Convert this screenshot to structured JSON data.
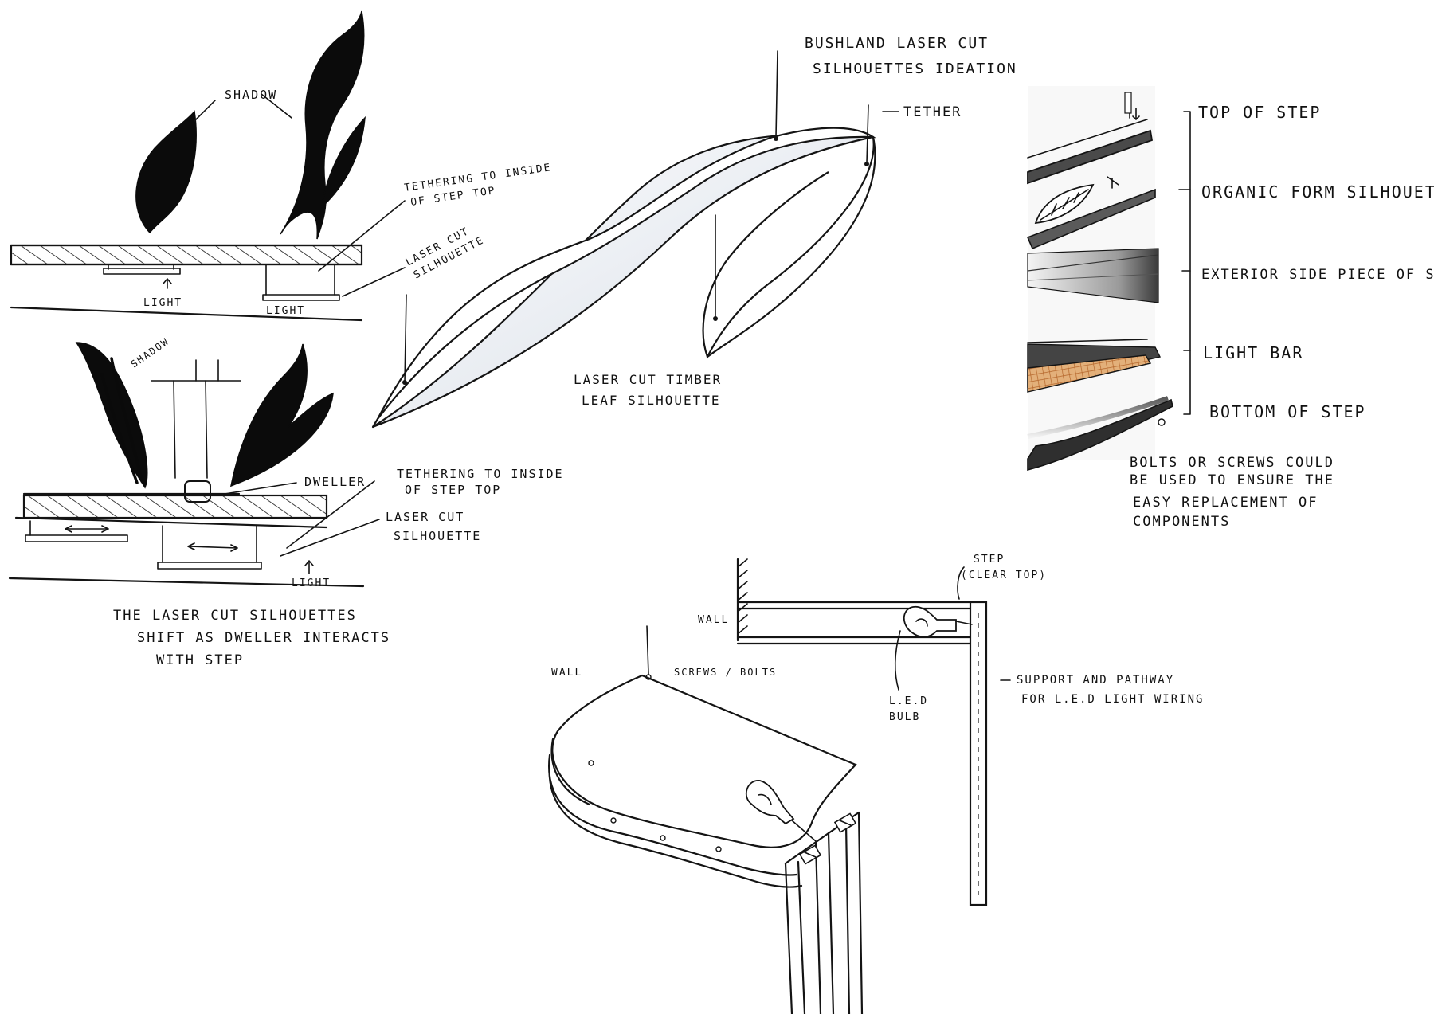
{
  "labels": {
    "shadow_top": "SHADOW",
    "light_1": "LIGHT",
    "light_2": "LIGHT",
    "shadow_mid": "SHADOW",
    "dweller": "DWELLER",
    "tethering_2_line1": "TETHERING TO INSIDE",
    "tethering_2_line2": "OF STEP TOP",
    "laser_cut_2_line1": "LASER CUT",
    "laser_cut_2_line2": "SILHOUETTE",
    "light_3": "LIGHT",
    "caption_line1": "THE LASER CUT SILHOUETTES",
    "caption_line2": "SHIFT AS DWELLER INTERACTS",
    "caption_line3": "WITH STEP",
    "tethering_1_line1": "TETHERING TO INSIDE",
    "tethering_1_line2": "OF STEP TOP",
    "laser_cut_1_line1": "LASER CUT",
    "laser_cut_1_line2": "SILHOUETTE",
    "bushland_line1": "BUSHLAND LASER CUT",
    "bushland_line2": "SILHOUETTES IDEATION",
    "tether": "TETHER",
    "timber_leaf_line1": "LASER CUT TIMBER",
    "timber_leaf_line2": "LEAF SILHOUETTE",
    "top_of_step": "TOP OF STEP",
    "organic_form": "ORGANIC FORM SILHOUETTE",
    "exterior_side": "EXTERIOR SIDE PIECE OF STEP",
    "light_bar": "LIGHT BAR",
    "bottom_of_step": "BOTTOM OF STEP",
    "bolts_line1": "BOLTS OR SCREWS COULD",
    "bolts_line2": "BE USED TO ENSURE THE",
    "bolts_line3": "EASY REPLACEMENT OF",
    "bolts_line4": "COMPONENTS",
    "step_line1": "STEP",
    "step_line2": "(CLEAR TOP)",
    "wall_right": "WALL",
    "led_line1": "L.E.D",
    "led_line2": "BULB",
    "support_line1": "SUPPORT AND PATHWAY",
    "support_line2": "FOR L.E.D LIGHT WIRING",
    "wall_left": "WALL",
    "screws_bolts": "SCREWS / BOLTS"
  },
  "colors": {
    "ink": "#141414",
    "light_bar_fill": "#c9854a",
    "leaf_shade": "#d9dee6"
  }
}
